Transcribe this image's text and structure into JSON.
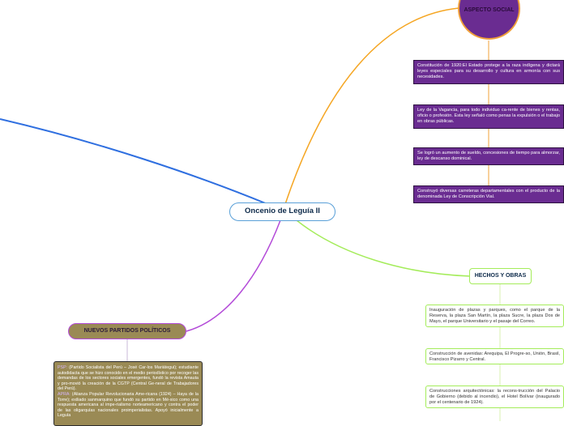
{
  "central": {
    "label": "Oncenio de Leguía II"
  },
  "aspecto_social": {
    "title": "ASPECTO SOCIAL",
    "items": [
      "Constitución de 1920:El Estado protege a la raza indígena y dictará leyes especiales para su desarrollo y cultura en armonía con sus necesidades.",
      "Ley de la Vagancia, para todo individuo ca-rente de bienes y rentas, oficio o profesión. Esta ley señaló como penas la expulsión o el trabajo en obras públicas.",
      "Se logró un aumento de sueldo, concesiones de tiempo para almorzar, ley de descanso dominical.",
      "Construyó diversas carreteras departamentales con el producto de la denominada Ley de Conscripción Vial."
    ]
  },
  "hechos_obras": {
    "title": "HECHOS Y OBRAS",
    "items": [
      "Inauguración de plazas y parques, como el parque de la Reserva, la plaza San Martín, la plaza Sucre, la plaza Dos de Mayo, el parque Universitario y el pasaje del Correo.",
      "Construcción de avenidas: Arequipa, El Progre-so, Unión, Brasil, Francisco Pizarro y Central.",
      "Construcciones arquitectónicas: la recons-trucción del Palacio de Gobierno (debido al incendio), el Hotel Bolívar (inaugurado por el centenario de 1924)."
    ]
  },
  "partidos": {
    "title": "NUEVOS PARTIDOS POLÍTICOS",
    "psp_acronym": "PSP:",
    "psp_text": " (Partido Socialista del Perú – José Car-los Mariátegui); estudiante autodidacta que se hizo conocido en el medio periodístico por recoger las demandas de los sectores sociales emergentes, fundó la revista Amauta y pro-movió la creación de la CGTP (Central Ge-neral de Trabajadores del Perú).",
    "apra_acronym": "APRA:",
    "apra_text": " (Alianza Popular Revolucionaria Ame-ricana (1924) – Haya de la Torre); exiliado sanmarquino que fundó su partido en Mé-xico como una respuesta americana al impe-rialismo norteamericano y contra el poder de las oligarquías nacionales proimperialistas. Apoyó inicialmente a Leguía"
  },
  "colors": {
    "social": "#6a2c91",
    "hechos": "#a4ec5a",
    "partidos": "#9a8a55",
    "link_orange": "#f5a623",
    "link_blue": "#2f6fe0",
    "link_purple": "#b34ad8"
  }
}
